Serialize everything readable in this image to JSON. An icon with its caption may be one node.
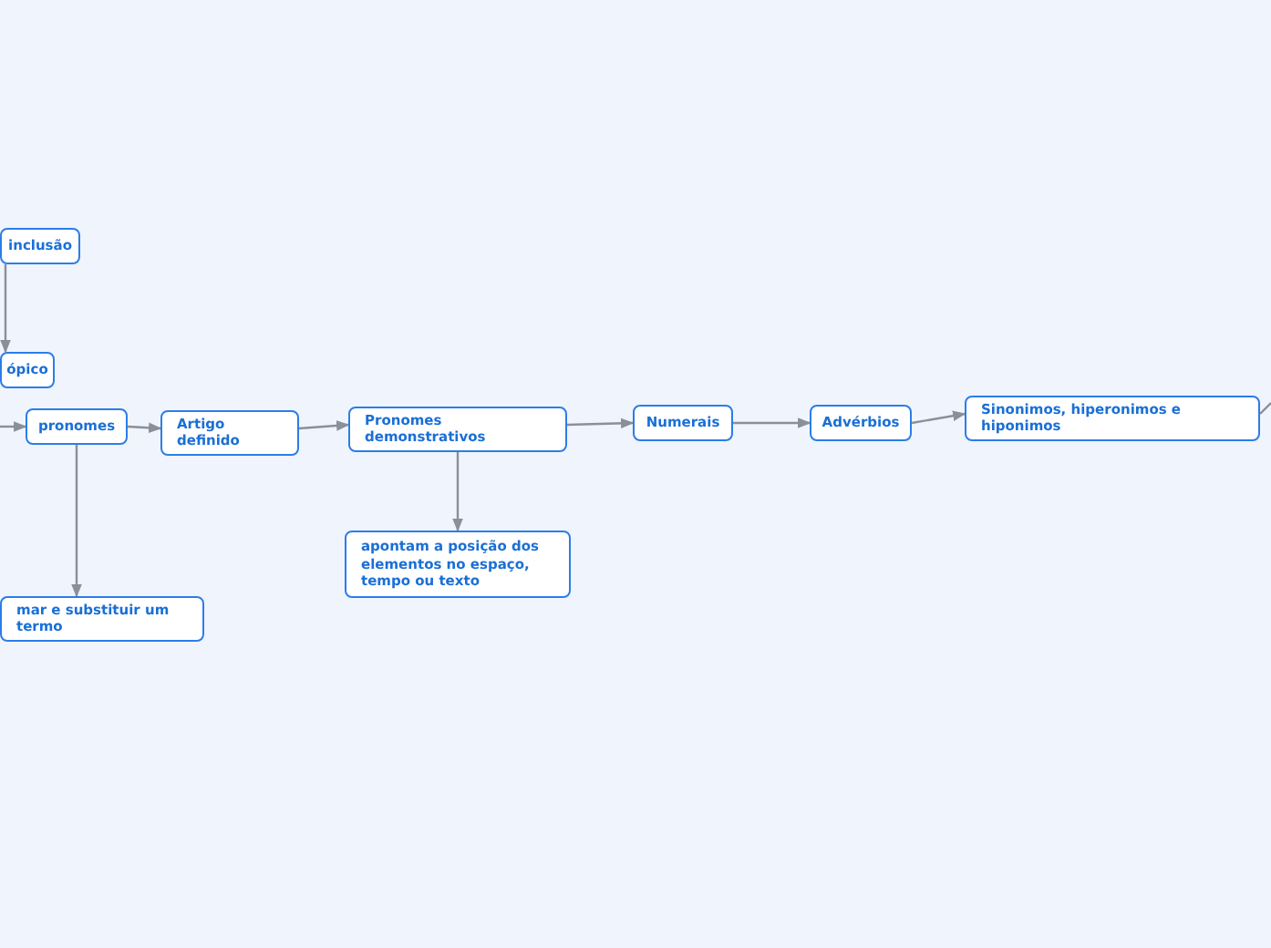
{
  "diagram": {
    "nodes": [
      {
        "text": [
          "inclusão"
        ]
      },
      {
        "text": [
          "ópico"
        ]
      },
      {
        "text": [
          "pronomes"
        ]
      },
      {
        "text": [
          "mar e substituir um termo"
        ]
      },
      {
        "text": [
          "Artigo definido"
        ]
      },
      {
        "text": [
          "Pronomes demonstrativos"
        ]
      },
      {
        "text": [
          "apontam a posição dos elementos no espaço, tempo ou texto"
        ]
      },
      {
        "text": [
          "Numerais"
        ]
      },
      {
        "text": [
          "Advérbios"
        ]
      },
      {
        "text": [
          "Sinonimos, hiperonimos e hiponimos"
        ]
      }
    ],
    "edges": [
      {
        "from": 0,
        "to": 1,
        "arrow": "to"
      },
      {
        "from": null,
        "to": 2,
        "arrow": "to"
      },
      {
        "from": 2,
        "to": 4,
        "arrow": "to"
      },
      {
        "from": 2,
        "to": 3,
        "arrow": "to"
      },
      {
        "from": 4,
        "to": 5,
        "arrow": "to"
      },
      {
        "from": 5,
        "to": 6,
        "arrow": "to"
      },
      {
        "from": 5,
        "to": 7,
        "arrow": "to"
      },
      {
        "from": 7,
        "to": 8,
        "arrow": "to"
      },
      {
        "from": 8,
        "to": 9,
        "arrow": "to"
      },
      {
        "from": 9,
        "to": null,
        "arrow": "none"
      }
    ]
  }
}
